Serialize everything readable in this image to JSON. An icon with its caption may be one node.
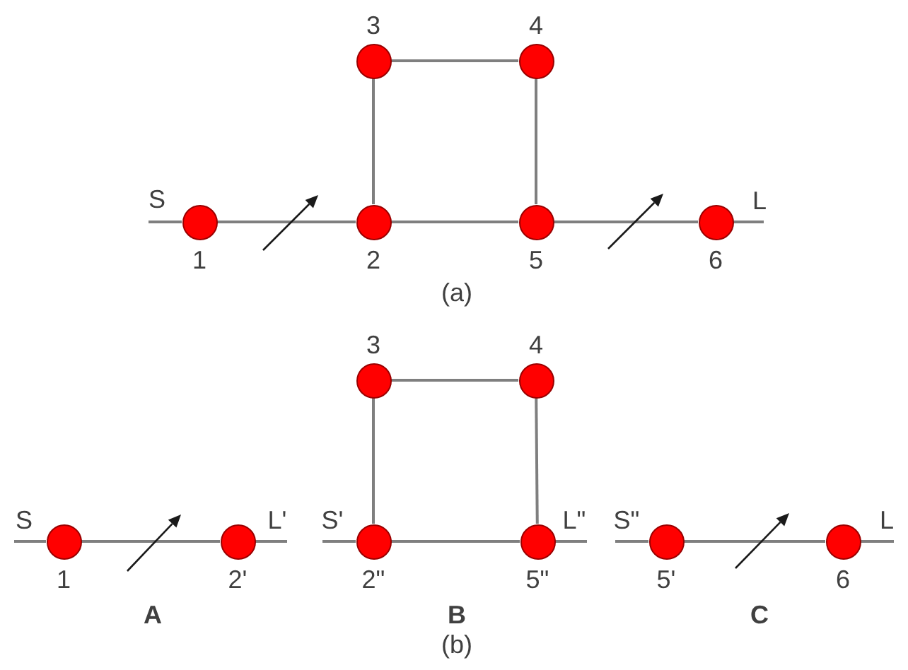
{
  "diagram": {
    "nodes": [
      {
        "text": [],
        "shape": "circle",
        "beside": [
          "3"
        ]
      },
      {
        "text": [],
        "shape": "circle",
        "beside": [
          "4"
        ]
      },
      {
        "text": [],
        "shape": "circle",
        "beside": [
          "1"
        ]
      },
      {
        "text": [],
        "shape": "circle",
        "beside": [
          "2"
        ]
      },
      {
        "text": [],
        "shape": "circle",
        "beside": [
          "5"
        ]
      },
      {
        "text": [],
        "shape": "circle",
        "beside": [
          "6"
        ]
      },
      {
        "text": [],
        "shape": "circle",
        "beside": [
          "3"
        ]
      },
      {
        "text": [],
        "shape": "circle",
        "beside": [
          "4"
        ]
      },
      {
        "text": [],
        "shape": "circle",
        "beside": [
          "1"
        ]
      },
      {
        "text": [],
        "shape": "circle",
        "beside": [
          "2'"
        ]
      },
      {
        "text": [],
        "shape": "circle",
        "beside": [
          "2\""
        ]
      },
      {
        "text": [],
        "shape": "circle",
        "beside": [
          "5\""
        ]
      },
      {
        "text": [],
        "shape": "circle",
        "beside": [
          "5'"
        ]
      },
      {
        "text": [],
        "shape": "circle",
        "beside": [
          "6"
        ]
      }
    ],
    "edges": [
      {
        "from": null,
        "to": 2,
        "arrow": "none"
      },
      {
        "from": 2,
        "to": 3,
        "arrow": "none"
      },
      {
        "from": 3,
        "to": 4,
        "arrow": "none"
      },
      {
        "from": 4,
        "to": 5,
        "arrow": "none"
      },
      {
        "from": 5,
        "to": null,
        "arrow": "none"
      },
      {
        "from": 3,
        "to": 0,
        "arrow": "none"
      },
      {
        "from": 0,
        "to": 1,
        "arrow": "none"
      },
      {
        "from": 1,
        "to": 4,
        "arrow": "none"
      },
      {
        "from": null,
        "to": 8,
        "arrow": "none"
      },
      {
        "from": 8,
        "to": 9,
        "arrow": "none"
      },
      {
        "from": 9,
        "to": null,
        "arrow": "none"
      },
      {
        "from": null,
        "to": 10,
        "arrow": "none"
      },
      {
        "from": 10,
        "to": 11,
        "arrow": "none"
      },
      {
        "from": 11,
        "to": null,
        "arrow": "none"
      },
      {
        "from": 10,
        "to": 6,
        "arrow": "none"
      },
      {
        "from": 6,
        "to": 7,
        "arrow": "none"
      },
      {
        "from": 7,
        "to": 11,
        "arrow": "none"
      },
      {
        "from": null,
        "to": 12,
        "arrow": "none"
      },
      {
        "from": 12,
        "to": 13,
        "arrow": "none"
      },
      {
        "from": 13,
        "to": null,
        "arrow": "none"
      }
    ],
    "labels": [
      "S",
      "L",
      "(a)",
      "S",
      "L'",
      "S'",
      "L\"",
      "S\"",
      "L",
      "A",
      "B",
      "C",
      "(b)"
    ]
  }
}
